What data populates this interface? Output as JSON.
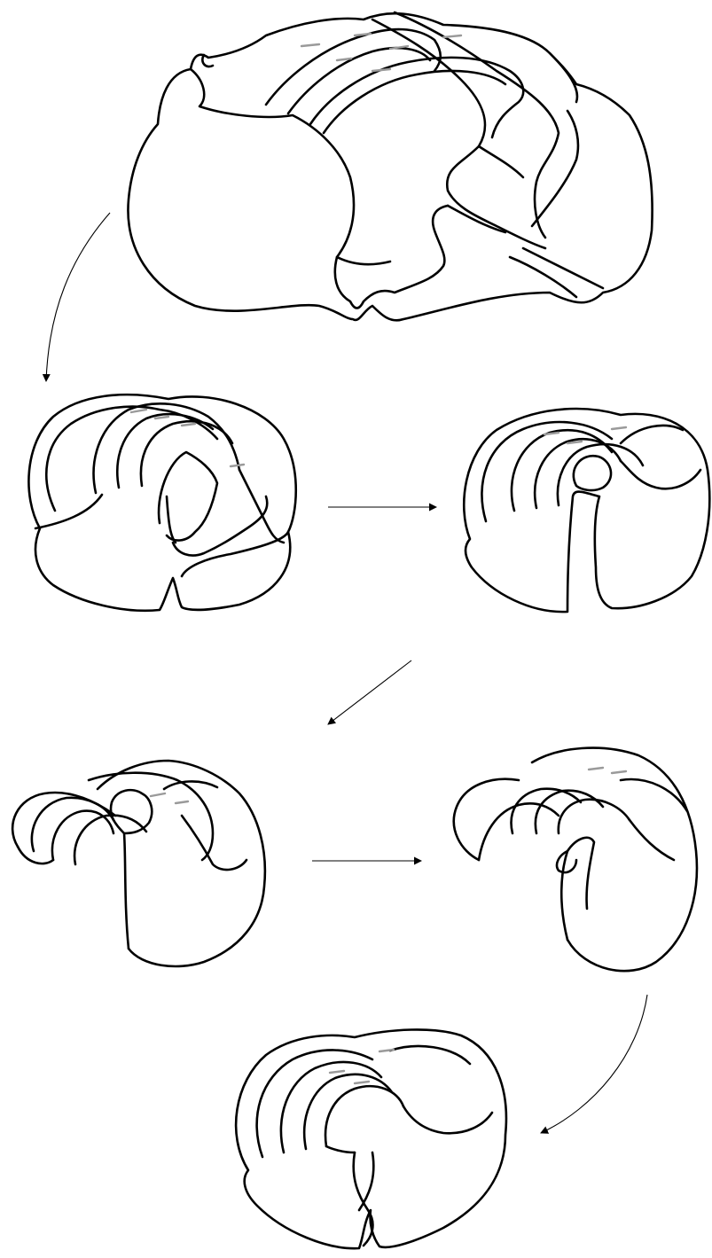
{
  "figure": {
    "stroke_color": "#000000",
    "hidden_strand_color": "#9a9a9a",
    "background": "#ffffff",
    "panels": [
      {
        "id": "initial-surface"
      },
      {
        "id": "step-1"
      },
      {
        "id": "step-2"
      },
      {
        "id": "step-3"
      },
      {
        "id": "step-4"
      },
      {
        "id": "final-surface"
      }
    ],
    "arrows": [
      {
        "from": "initial-surface",
        "to": "step-1",
        "shape": "curved"
      },
      {
        "from": "step-1",
        "to": "step-2",
        "shape": "straight"
      },
      {
        "from": "step-2",
        "to": "step-3",
        "shape": "diagonal"
      },
      {
        "from": "step-3",
        "to": "step-4",
        "shape": "straight"
      },
      {
        "from": "step-4",
        "to": "final-surface",
        "shape": "curved"
      }
    ]
  }
}
